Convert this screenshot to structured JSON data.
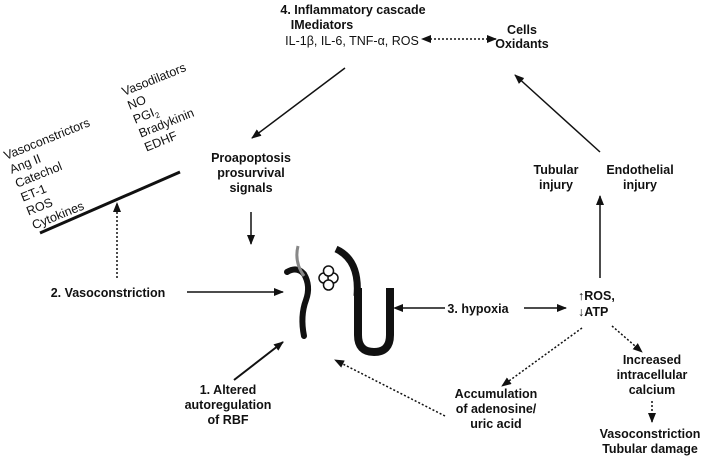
{
  "inflammatory_cascade": {
    "title": "4. Inflammatory cascade",
    "mediators_title": "IMediators",
    "mediators_list_a": "IL-1β, IL-6, TNF-",
    "mediators_alpha": "α",
    "mediators_list_b": ", ROS",
    "cells": "Cells",
    "oxidants": "Oxidants"
  },
  "vasodilators": {
    "title": "Vasodilators",
    "items": [
      "NO",
      "PGI",
      "Bradykinin",
      "EDHF"
    ],
    "pgi_subscript": "2"
  },
  "vasoconstrictors": {
    "title": "Vasoconstrictors",
    "items": [
      "Ang II",
      "Catechol",
      "ET-1",
      "ROS",
      "Cytokines"
    ]
  },
  "proapoptosis": {
    "lines": [
      "Proapoptosis",
      "prosurvival",
      "signals"
    ]
  },
  "tubular_injury": {
    "lines": [
      "Tubular",
      "injury"
    ]
  },
  "endothelial_injury": {
    "lines": [
      "Endothelial",
      "injury"
    ]
  },
  "vasoconstriction": {
    "label": "2. Vasoconstriction"
  },
  "hypoxia": {
    "label": "3. hypoxia"
  },
  "ros_atp": {
    "lines": [
      "↑ROS,",
      "↓ATP"
    ]
  },
  "altered_autoregulation": {
    "lines": [
      "1. Altered",
      "autoregulation",
      "of RBF"
    ]
  },
  "accumulation": {
    "lines": [
      "Accumulation",
      "of adenosine/",
      "uric acid"
    ]
  },
  "calcium": {
    "lines": [
      "Increased",
      "intracellular",
      "calcium"
    ]
  },
  "damage": {
    "lines": [
      "Vasoconstriction",
      "Tubular damage"
    ]
  }
}
